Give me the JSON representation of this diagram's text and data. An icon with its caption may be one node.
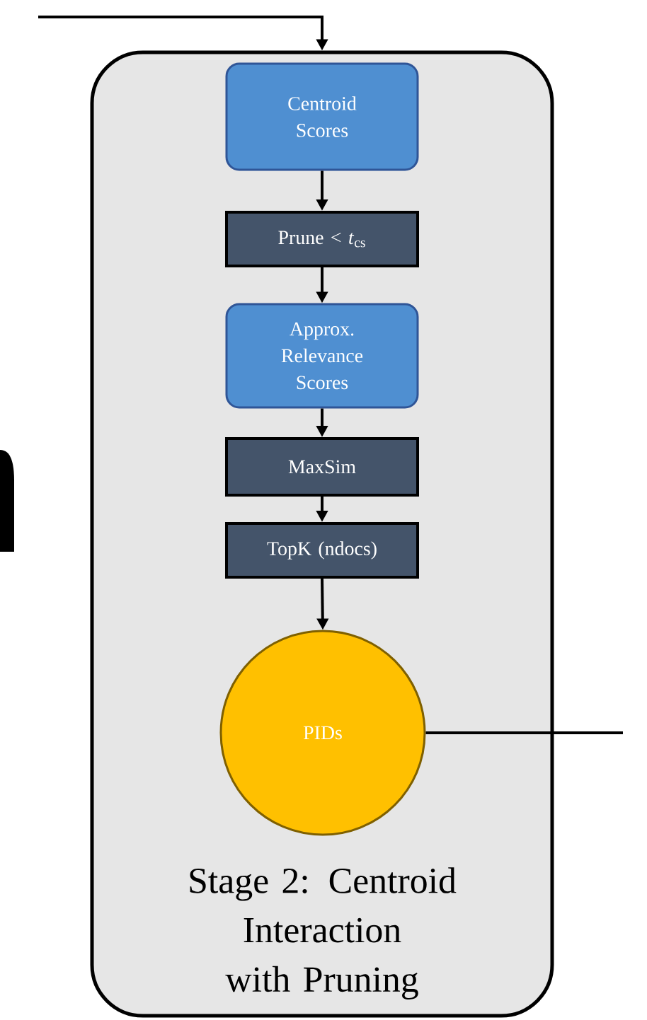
{
  "diagram": {
    "nodes": [
      {
        "text": [
          "Stage 2: Centroid Interaction with Pruning"
        ]
      },
      {
        "text": [
          "Centroid Scores"
        ],
        "in": 0
      },
      {
        "text": [
          "Prune < *t*$_{cs}$"
        ],
        "in": 0
      },
      {
        "text": [
          "Approx. Relevance Scores"
        ],
        "in": 0
      },
      {
        "text": [
          "MaxSim"
        ],
        "in": 0
      },
      {
        "text": [
          "TopK (ndocs)"
        ],
        "in": 0
      },
      {
        "text": [
          "PIDs"
        ],
        "in": 0
      }
    ],
    "edges": [
      {
        "from": null,
        "to": 0,
        "arrow": "to"
      },
      {
        "from": 1,
        "to": 2,
        "arrow": "to"
      },
      {
        "from": 2,
        "to": 3,
        "arrow": "to"
      },
      {
        "from": 3,
        "to": 4,
        "arrow": "to"
      },
      {
        "from": 4,
        "to": 5,
        "arrow": "to"
      },
      {
        "from": 5,
        "to": 6,
        "arrow": "to"
      },
      {
        "from": 6,
        "to": null,
        "arrow": "none"
      }
    ]
  }
}
